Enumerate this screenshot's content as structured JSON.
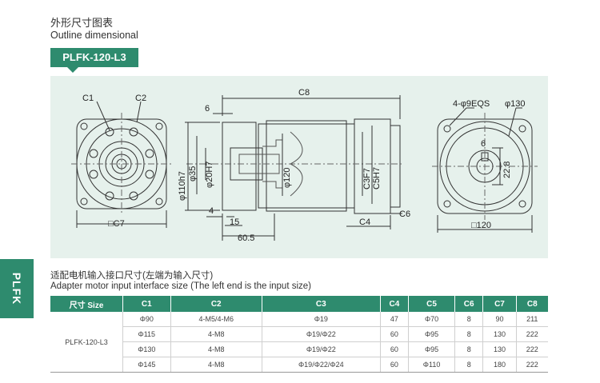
{
  "header": {
    "title_cn": "外形尺寸图表",
    "title_en": "Outline dimensional",
    "model_badge": "PLFK-120-L3"
  },
  "side_tab": {
    "label": "PLFK"
  },
  "drawing": {
    "front_view": {
      "c1": "C1",
      "c2": "C2",
      "c7": "□C7"
    },
    "side_view": {
      "c8": "C8",
      "dim_6": "6",
      "d110": "φ110h7",
      "d35": "φ35",
      "d20": "φ20H7",
      "d120": "φ120",
      "c3": "C3F7",
      "c5": "C5H7",
      "dim_4": "4",
      "dim_15": "15",
      "dim_60_5": "60.5",
      "c4": "C4",
      "c6": "C6"
    },
    "rear_view": {
      "holes": "4-φ9EQS",
      "d130": "φ130",
      "key": "6",
      "key_h": "22.8",
      "sq120": "□120"
    }
  },
  "adapter": {
    "title_cn": "适配电机输入接口尺寸(左端为输入尺寸)",
    "title_en": "Adapter motor input interface size (The left end is the input size)"
  },
  "table": {
    "headers": [
      "尺寸 Size",
      "C1",
      "C2",
      "C3",
      "C4",
      "C5",
      "C6",
      "C7",
      "C8"
    ],
    "model": "PLFK-120-L3",
    "rows": [
      [
        "Φ90",
        "4-M5/4-M6",
        "Φ19",
        "47",
        "Φ70",
        "8",
        "90",
        "211"
      ],
      [
        "Φ115",
        "4-M8",
        "Φ19/Φ22",
        "60",
        "Φ95",
        "8",
        "130",
        "222"
      ],
      [
        "Φ130",
        "4-M8",
        "Φ19/Φ22",
        "60",
        "Φ95",
        "8",
        "130",
        "222"
      ],
      [
        "Φ145",
        "4-M8",
        "Φ19/Φ22/Φ24",
        "60",
        "Φ110",
        "8",
        "180",
        "222"
      ]
    ]
  }
}
